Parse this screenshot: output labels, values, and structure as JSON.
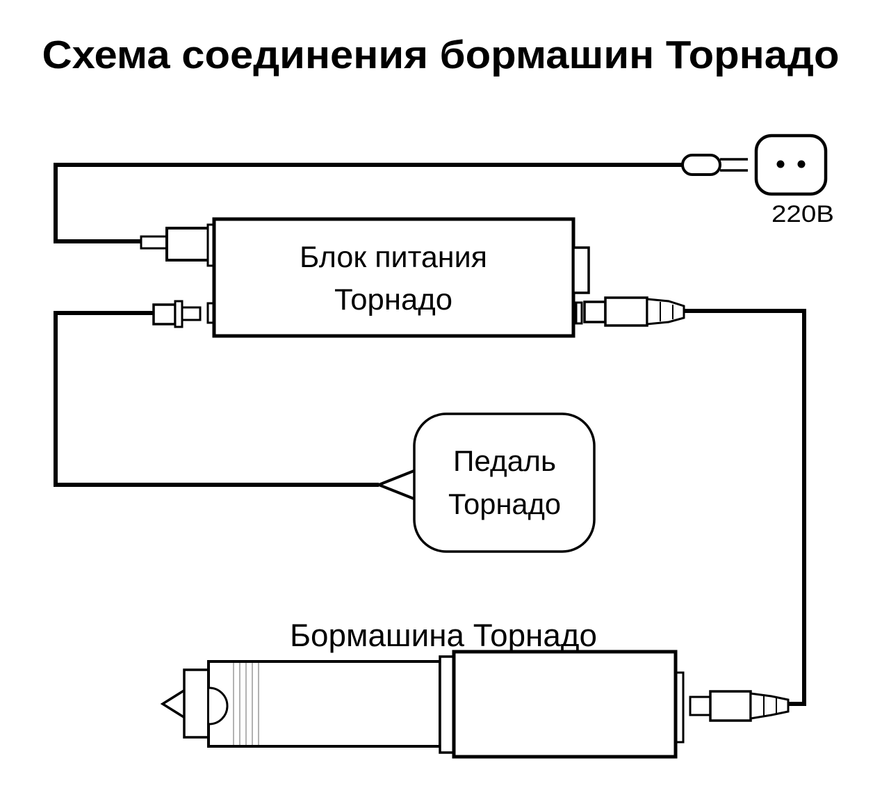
{
  "title": "Схема соединения бормашин Торнадо",
  "colors": {
    "ink": "#000000",
    "background": "#ffffff",
    "grip_lines": "#999999"
  },
  "components": {
    "socket": {
      "label": "220В"
    },
    "power_supply": {
      "label_line1": "Блок питания",
      "label_line2": "Торнадо"
    },
    "pedal": {
      "label_line1": "Педаль",
      "label_line2": "Торнадо"
    },
    "drill": {
      "label": "Бормашина Торнадо"
    }
  }
}
